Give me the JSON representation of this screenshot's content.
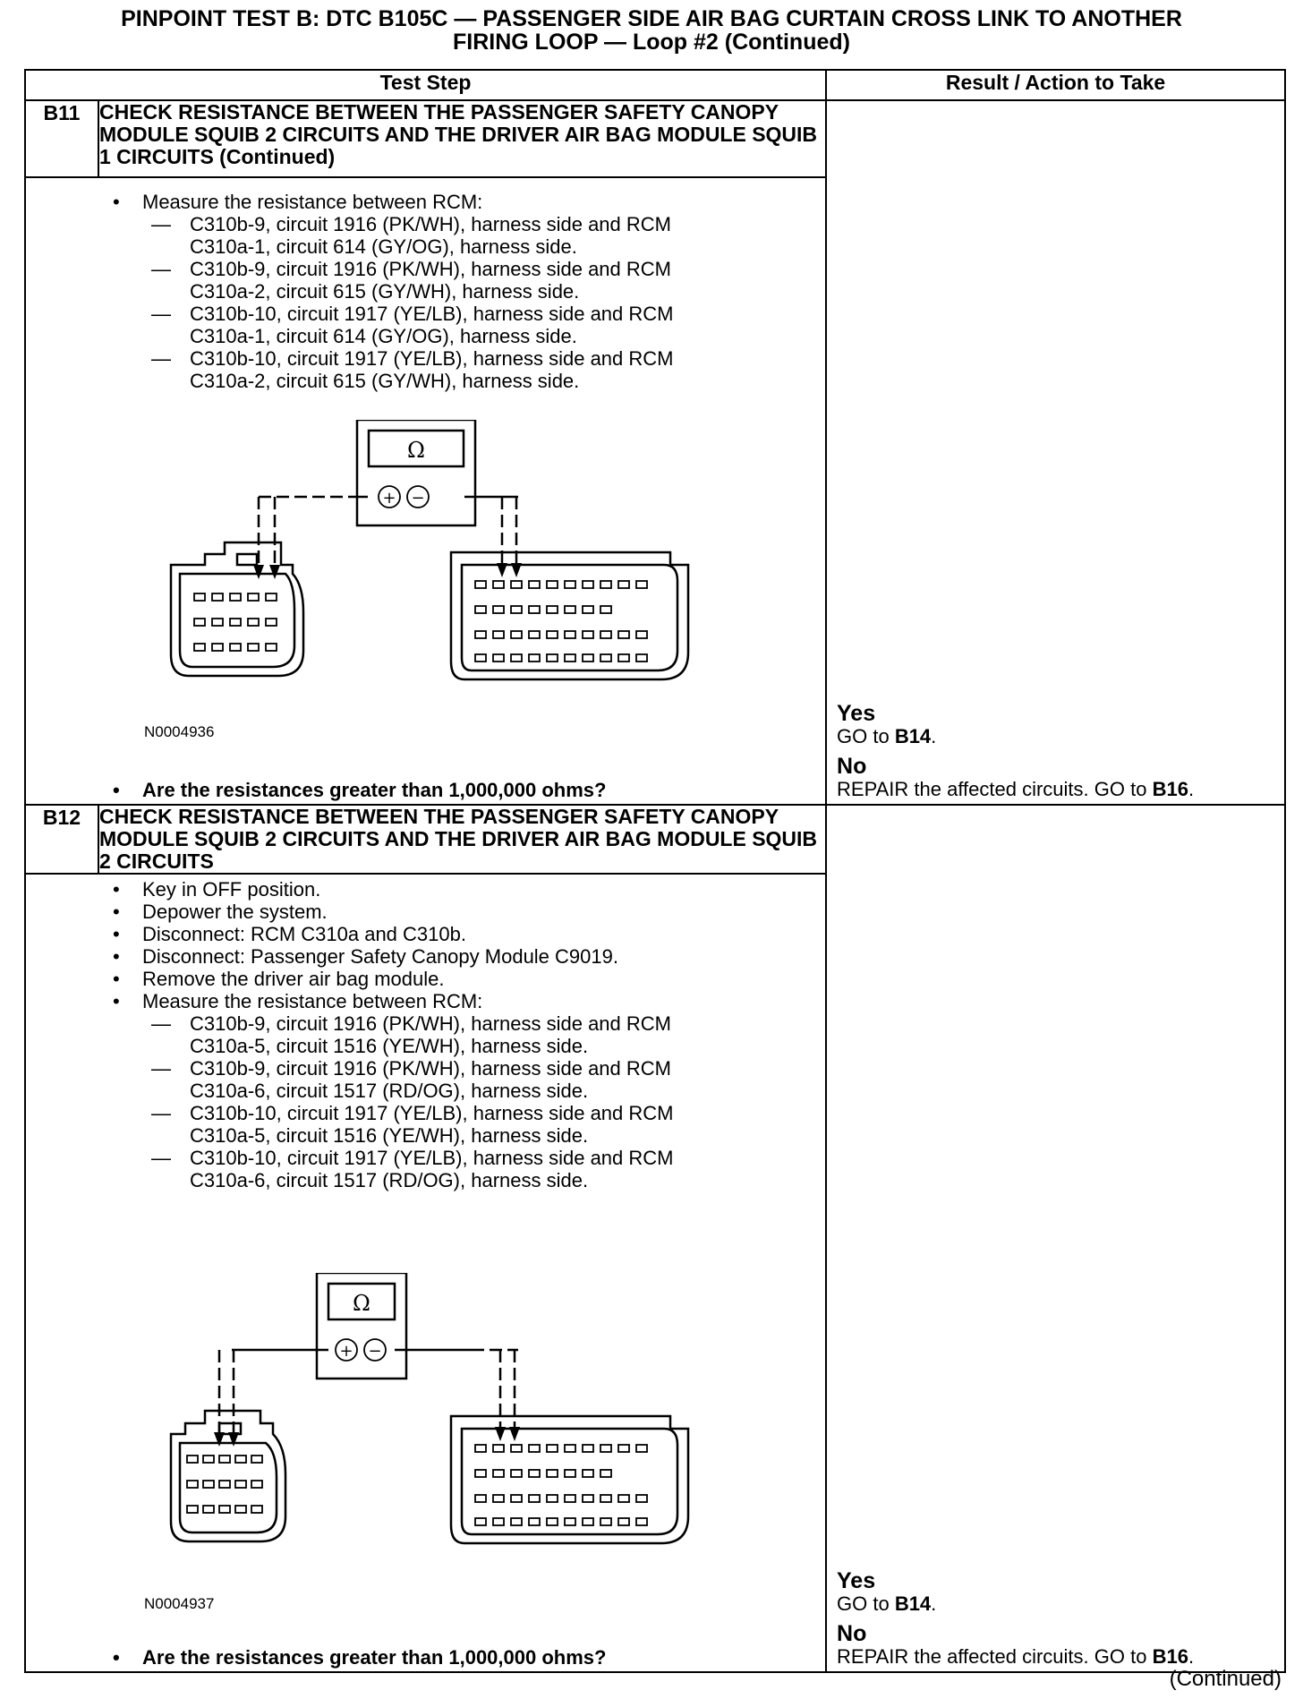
{
  "title": {
    "line1": "PINPOINT TEST  B: DTC B105C — PASSENGER SIDE AIR BAG CURTAIN CROSS LINK TO ANOTHER",
    "line2": "FIRING LOOP — Loop #2 (Continued)"
  },
  "table": {
    "col_test_step": "Test Step",
    "col_result": "Result / Action to Take"
  },
  "steps": [
    {
      "id": "B11",
      "heading": "CHECK RESISTANCE BETWEEN THE PASSENGER SAFETY CANOPY MODULE SQUIB 2 CIRCUITS AND THE DRIVER AIR BAG MODULE SQUIB 1 CIRCUITS (Continued)",
      "bullets": [
        "Measure the resistance between RCM:"
      ],
      "sub_items": [
        {
          "line1": "C310b-9, circuit 1916 (PK/WH), harness side and RCM",
          "line2": "C310a-1, circuit 614 (GY/OG), harness side."
        },
        {
          "line1": "C310b-9, circuit 1916 (PK/WH), harness side and RCM",
          "line2": "C310a-2, circuit 615 (GY/WH), harness side."
        },
        {
          "line1": "C310b-10, circuit 1917 (YE/LB), harness side and RCM",
          "line2": "C310a-1, circuit 614 (GY/OG), harness side."
        },
        {
          "line1": "C310b-10, circuit 1917 (YE/LB), harness side and RCM",
          "line2": "C310a-2, circuit 615 (GY/WH), harness side."
        }
      ],
      "figure_id": "N0004936",
      "question": "Are the resistances greater than 1,000,000 ohms?",
      "yes_label": "Yes",
      "yes_action_prefix": "GO to ",
      "yes_target": "B14",
      "yes_suffix": ".",
      "no_label": "No",
      "no_action_prefix": "REPAIR the affected circuits. GO to ",
      "no_target": "B16",
      "no_suffix": "."
    },
    {
      "id": "B12",
      "heading": "CHECK RESISTANCE BETWEEN THE PASSENGER SAFETY CANOPY MODULE SQUIB 2 CIRCUITS AND THE DRIVER AIR BAG MODULE SQUIB 2 CIRCUITS",
      "bullets": [
        "Key in OFF position.",
        "Depower the system.",
        "Disconnect: RCM C310a and C310b.",
        "Disconnect: Passenger Safety Canopy Module C9019.",
        "Remove the driver air bag module.",
        "Measure the resistance between RCM:"
      ],
      "sub_items": [
        {
          "line1": "C310b-9, circuit 1916 (PK/WH), harness side and RCM",
          "line2": "C310a-5, circuit 1516 (YE/WH), harness side."
        },
        {
          "line1": "C310b-9, circuit 1916 (PK/WH), harness side and RCM",
          "line2": "C310a-6, circuit 1517 (RD/OG), harness side."
        },
        {
          "line1": "C310b-10, circuit 1917 (YE/LB), harness side and RCM",
          "line2": "C310a-5, circuit 1516 (YE/WH), harness side."
        },
        {
          "line1": "C310b-10, circuit 1917 (YE/LB), harness side and RCM",
          "line2": "C310a-6, circuit 1517 (RD/OG), harness side."
        }
      ],
      "figure_id": "N0004937",
      "question": "Are the resistances greater than 1,000,000 ohms?",
      "yes_label": "Yes",
      "yes_action_prefix": "GO to ",
      "yes_target": "B14",
      "yes_suffix": ".",
      "no_label": "No",
      "no_action_prefix": "REPAIR the affected circuits. GO to ",
      "no_target": "B16",
      "no_suffix": "."
    }
  ],
  "meter": {
    "symbol": "Ω",
    "plus": "+",
    "minus": "−"
  },
  "bullet_mark": "•",
  "dash_mark": "—",
  "footer": "(Continued)"
}
